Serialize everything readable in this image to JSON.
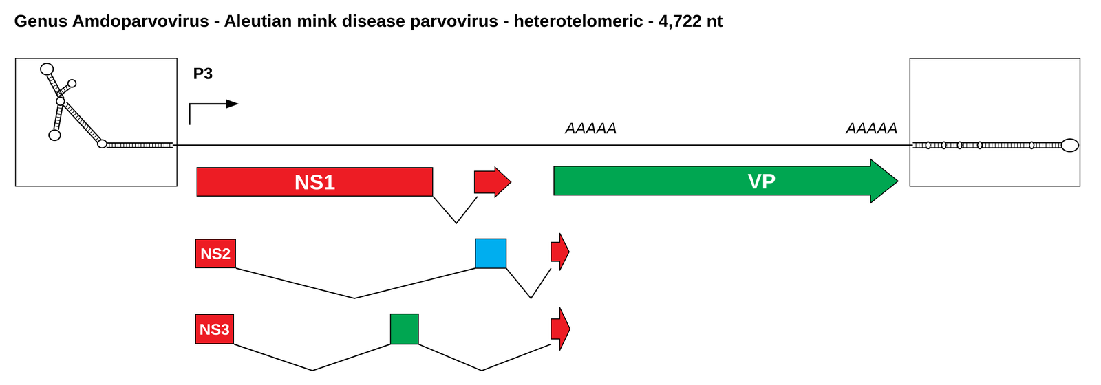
{
  "diagram": {
    "title": "Genus Amdoparvovirus - Aleutian mink disease parvovirus - heterotelomeric - 4,722 nt",
    "nodes": [
      {
        "text": [
          "NS1"
        ]
      },
      {
        "text": [
          "VP"
        ]
      },
      {
        "text": [
          "NS2"
        ]
      },
      {
        "text": [
          "NS3"
        ]
      }
    ],
    "labels": [
      "P3",
      "AAAAA",
      "AAAAA"
    ]
  }
}
